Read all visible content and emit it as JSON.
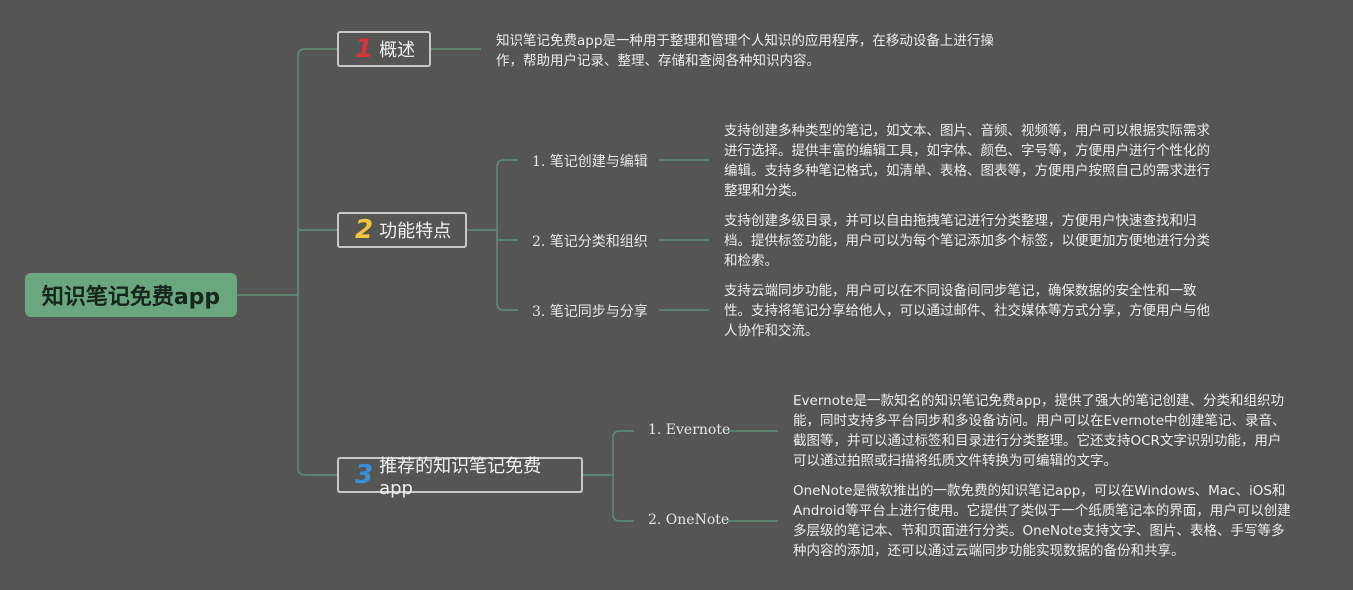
{
  "root": {
    "title": "知识笔记免费app"
  },
  "branches": [
    {
      "number": "1",
      "number_color": "#d8333a",
      "label": "概述",
      "description": "知识笔记免费app是一种用于整理和管理个人知识的应用程序，在移动设备上进行操作，帮助用户记录、整理、存储和查阅各种知识内容。"
    },
    {
      "number": "2",
      "number_color": "#f2c53d",
      "label": "功能特点",
      "children": [
        {
          "label": "1. 笔记创建与编辑",
          "description": "支持创建多种类型的笔记，如文本、图片、音频、视频等，用户可以根据实际需求进行选择。提供丰富的编辑工具，如字体、颜色、字号等，方便用户进行个性化的编辑。支持多种笔记格式，如清单、表格、图表等，方便用户按照自己的需求进行整理和分类。"
        },
        {
          "label": "2. 笔记分类和组织",
          "description": "支持创建多级目录，并可以自由拖拽笔记进行分类整理，方便用户快速查找和归档。提供标签功能，用户可以为每个笔记添加多个标签，以便更加方便地进行分类和检索。"
        },
        {
          "label": "3. 笔记同步与分享",
          "description": "支持云端同步功能，用户可以在不同设备间同步笔记，确保数据的安全性和一致性。支持将笔记分享给他人，可以通过邮件、社交媒体等方式分享，方便用户与他人协作和交流。"
        }
      ]
    },
    {
      "number": "3",
      "number_color": "#3a8fd8",
      "label": "推荐的知识笔记免费app",
      "children": [
        {
          "label": "1. Evernote",
          "description": "Evernote是一款知名的知识笔记免费app，提供了强大的笔记创建、分类和组织功能，同时支持多平台同步和多设备访问。用户可以在Evernote中创建笔记、录音、截图等，并可以通过标签和目录进行分类整理。它还支持OCR文字识别功能，用户可以通过拍照或扫描将纸质文件转换为可编辑的文字。"
        },
        {
          "label": "2. OneNote",
          "description": "OneNote是微软推出的一款免费的知识笔记app，可以在Windows、Mac、iOS和Android等平台上进行使用。它提供了类似于一个纸质笔记本的界面，用户可以创建多层级的笔记本、节和页面进行分类。OneNote支持文字、图片、表格、手写等多种内容的添加，还可以通过云端同步功能实现数据的备份和共享。"
        }
      ]
    }
  ],
  "colors": {
    "background": "#555653",
    "root_fill": "#6aa77e",
    "connector": "#5f8f76",
    "branch_border": "#c9c9c9"
  }
}
